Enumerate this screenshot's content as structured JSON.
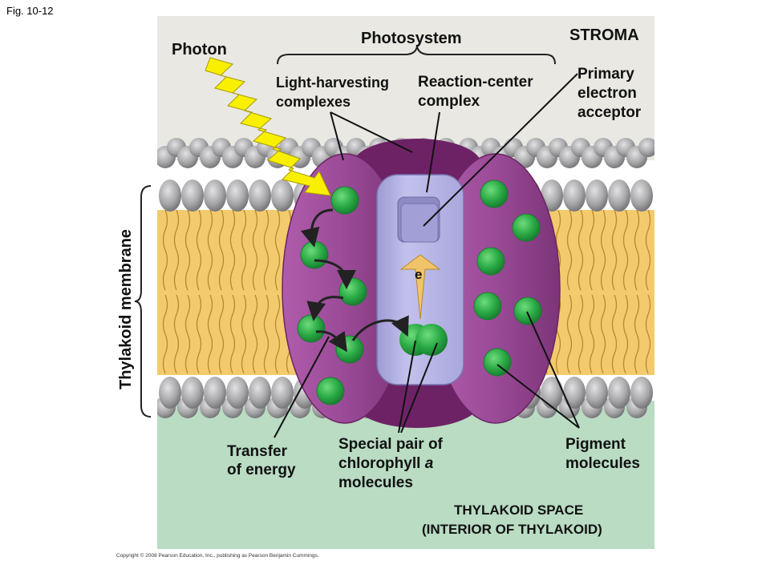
{
  "figure_label": "Fig. 10-12",
  "labels": {
    "photosystem": "Photosystem",
    "stroma": "STROMA",
    "photon": "Photon",
    "light_harvesting_1": "Light-harvesting",
    "light_harvesting_2": "complexes",
    "reaction_center_1": "Reaction-center",
    "reaction_center_2": "complex",
    "primary_acceptor_1": "Primary",
    "primary_acceptor_2": "electron",
    "primary_acceptor_3": "acceptor",
    "thylakoid_membrane": "Thylakoid membrane",
    "electron": "e",
    "transfer_1": "Transfer",
    "transfer_2": "of energy",
    "special_pair_1": "Special pair of",
    "special_pair_2a": "chlorophyll ",
    "special_pair_2b": "a",
    "special_pair_3": "molecules",
    "pigment_1": "Pigment",
    "pigment_2": "molecules",
    "thylakoid_space_1": "THYLAKOID SPACE",
    "thylakoid_space_2": "(INTERIOR OF THYLAKOID)"
  },
  "copyright": "Copyright © 2008 Pearson Education, Inc., publishing as Pearson Benjamin Cummings.",
  "colors": {
    "stroma": "#e9e8e2",
    "thylakoid_space": "#b9dcc3",
    "lipid_head": "#a4a4a6",
    "lipid_tail": "#f0c060",
    "complex_purple": "#9a4a96",
    "complex_dark": "#6e2266",
    "reaction_center": "#b4b2e2",
    "chlorophyll": "#2bab46",
    "photon": "#f8f000"
  }
}
